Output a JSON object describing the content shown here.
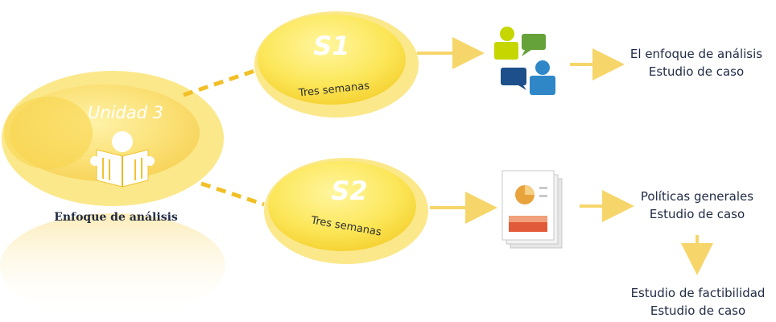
{
  "unit": {
    "title": "Unidad 3",
    "subtitle": "Enfoque de análisis",
    "icon": "reading-book-icon"
  },
  "sessions": [
    {
      "label": "S1",
      "duration": "Tres semanas",
      "icon": "people-chat-icon",
      "outputs": [
        "El enfoque de análisis",
        "Estudio de caso"
      ]
    },
    {
      "label": "S2",
      "duration": "Tres semanas",
      "icon": "presentation-document-icon",
      "outputs": [
        "Políticas generales",
        "Estudio de caso"
      ],
      "next": [
        "Estudio de factibilidad",
        "Estudio de caso"
      ]
    }
  ],
  "colors": {
    "ellipse_light": "#fbe88a",
    "ellipse_main": "#f7d84a",
    "connector": "#f2bf27",
    "arrow": "#f6d66a",
    "text_dark": "#1f2a44"
  }
}
